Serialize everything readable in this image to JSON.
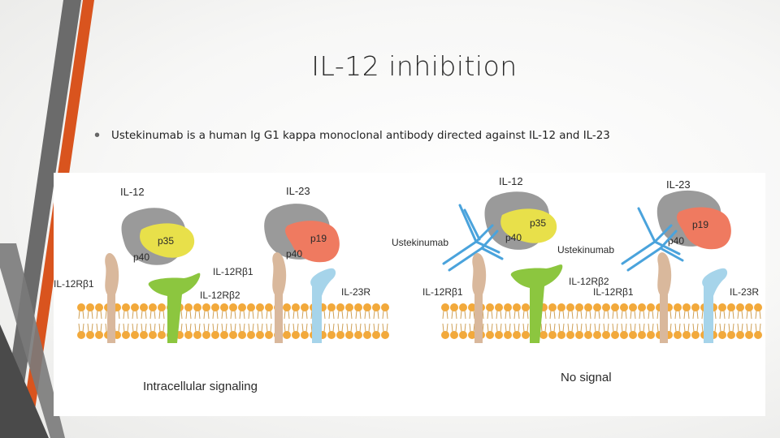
{
  "slide": {
    "title": "IL-12 inhibition",
    "bullet": "Ustekinumab is a human Ig G1 kappa monoclonal antibody directed against IL-12 and IL-23"
  },
  "figure": {
    "left": {
      "il12": "IL-12",
      "il23": "IL-23",
      "p35": "p35",
      "p40_a": "p40",
      "p19": "p19",
      "p40_b": "p40",
      "il12rb1_a": "IL-12Rβ1",
      "il12rb1_b": "IL-12Rβ1",
      "il12rb2": "IL-12Rβ2",
      "il23r": "IL-23R",
      "caption": "Intracellular signaling"
    },
    "right": {
      "il12": "IL-12",
      "il23": "IL-23",
      "p35": "p35",
      "p40_a": "p40",
      "p19": "p19",
      "p40_b": "p40",
      "ustekinumab_a": "Ustekinumab",
      "ustekinumab_b": "Ustekinumab",
      "il12rb1_a": "IL-12Rβ1",
      "il12rb1_b": "IL-12Rβ1",
      "il12rb2": "IL-12Rβ2",
      "il23r": "IL-23R",
      "caption": "No signal"
    },
    "colors": {
      "membrane_bead": "#f2a93b",
      "p40": "#9a9a9a",
      "p35": "#e8e04a",
      "p19": "#ef7a60",
      "rb1": "#d9b89c",
      "rb2": "#8cc63f",
      "il23r": "#a6d4ea",
      "antibody": "#4aa3dc",
      "accent_orange": "#d9541e",
      "accent_gray": "#5a5a5a"
    }
  }
}
